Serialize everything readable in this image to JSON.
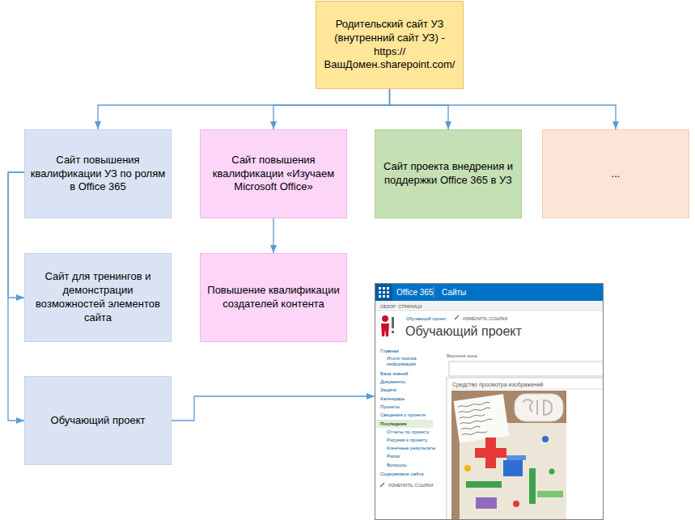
{
  "diagram": {
    "nodes": [
      {
        "text": [
          "Родительский сайт УЗ (внутренний сайт УЗ) - https:// ВашДомен.sharepoint.com/"
        ]
      },
      {
        "text": [
          "Сайт повышения квалификации УЗ по ролям в Office 365"
        ]
      },
      {
        "text": [
          "Сайт повышения квалификации «Изучаем Microsoft Office»"
        ]
      },
      {
        "text": [
          "Сайт проекта внедрения и поддержки Office 365 в УЗ"
        ]
      },
      {
        "text": [
          "..."
        ]
      },
      {
        "text": [
          "Сайт для тренингов и демонстрации возможностей элементов сайта"
        ]
      },
      {
        "text": [
          "Повышение квалификации создателей контента"
        ]
      },
      {
        "text": [
          "Обучающий проект"
        ]
      },
      {
        "text": [
          "Office 365",
          "Сайты",
          "ОБЗОР",
          "СТРАНИЦА",
          "Обучающий проект",
          "ИЗМЕНИТЬ ССЫЛКИ",
          "Обучающий проект",
          "Главная",
          "Итоги поиска информации",
          "База знаний",
          "Документы",
          "Задачи",
          "Календарь",
          "Проекты",
          "Сведения о проекте",
          "Последние",
          "Отчеты по проекту",
          "Рисунки к проекту",
          "Конечные результаты",
          "Риски",
          "Вопросы",
          "Содержимое сайта",
          "ИЗМЕНИТЬ ССЫЛКИ",
          "Верхняя зона",
          "Средство просмотра изображений"
        ]
      }
    ],
    "edges": [
      {
        "from": 0,
        "to": 1,
        "arrow": "to"
      },
      {
        "from": 0,
        "to": 2,
        "arrow": "to"
      },
      {
        "from": 0,
        "to": 3,
        "arrow": "to"
      },
      {
        "from": 0,
        "to": 4,
        "arrow": "to"
      },
      {
        "from": 1,
        "to": 5,
        "arrow": "to"
      },
      {
        "from": 1,
        "to": 7,
        "arrow": "to"
      },
      {
        "from": 2,
        "to": 6,
        "arrow": "to"
      },
      {
        "from": 7,
        "to": 8,
        "arrow": "to"
      }
    ]
  }
}
